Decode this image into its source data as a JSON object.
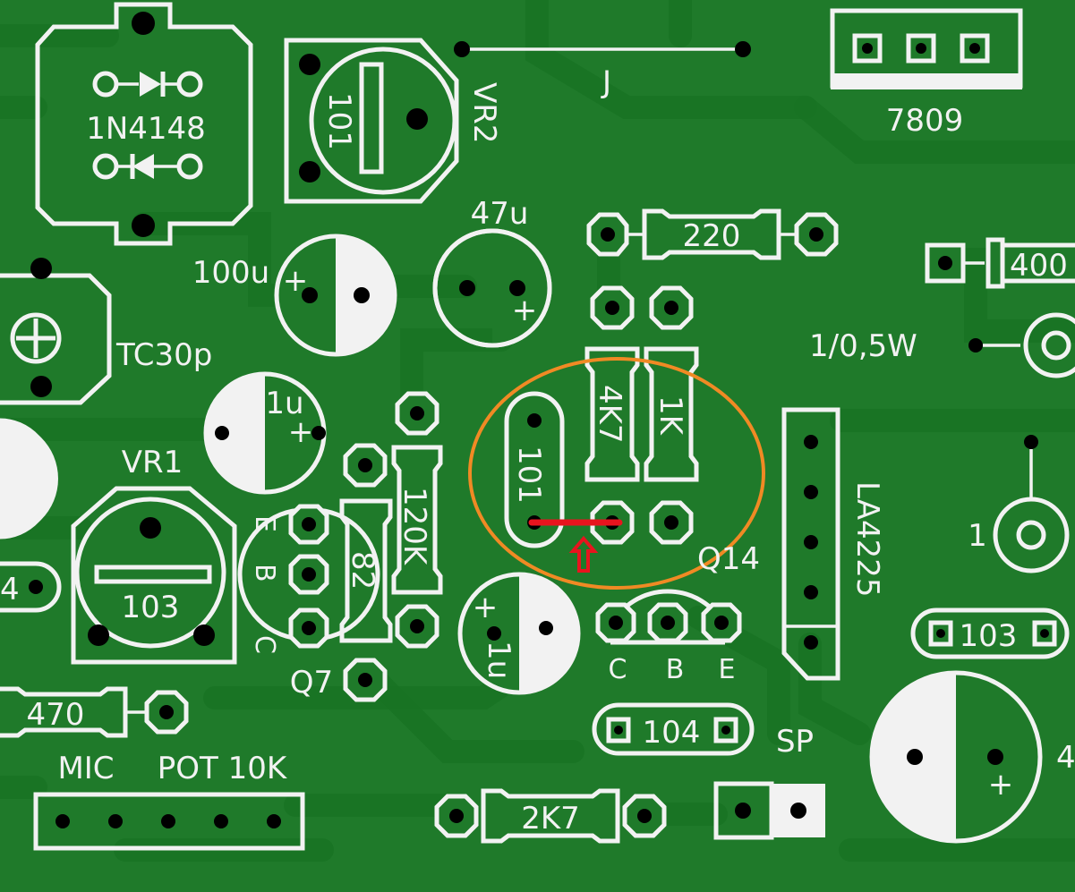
{
  "labels": {
    "diode": "1N4148",
    "trimmer_value": "101",
    "vr2": "VR2",
    "jumper": "J",
    "regulator": "7809",
    "cap_47u": "47u",
    "res_220": "220",
    "res_400": "400",
    "cap_100u": "100u",
    "tc30p": "TC30p",
    "wattage": "1/0,5W",
    "cap_1u_a": "1u",
    "vr1": "VR1",
    "vr1_value": "103",
    "res_120k": "120K",
    "res_82": "82",
    "q7_e": "E",
    "q7_b": "B",
    "q7_c": "C",
    "q7": "Q7",
    "cap_101": "101",
    "res_4k7": "4K7",
    "res_1k": "1K",
    "q14": "Q14",
    "ic": "LA4225",
    "one": "1",
    "cap_1u_b": "1u",
    "q14_c": "C",
    "q14_b": "B",
    "q14_e": "E",
    "cap_103": "103",
    "four_left": "4",
    "res_470": "470",
    "cap_104": "104",
    "sp": "SP",
    "mic": "MIC",
    "pot": "POT 10K",
    "res_2k7": "2K7",
    "four_right": "4"
  },
  "colors": {
    "board": "#1f7a2a",
    "silkscreen": "#f2f2f2",
    "highlight_ellipse": "#f08a24",
    "jumper_mark": "#e8141e",
    "arrow": "#e8141e"
  },
  "icons": {
    "arrow": "up-arrow-icon",
    "diode_symbol": "diode-icon",
    "trimmer_cross": "cross-icon",
    "plus_sign": "plus-icon"
  }
}
